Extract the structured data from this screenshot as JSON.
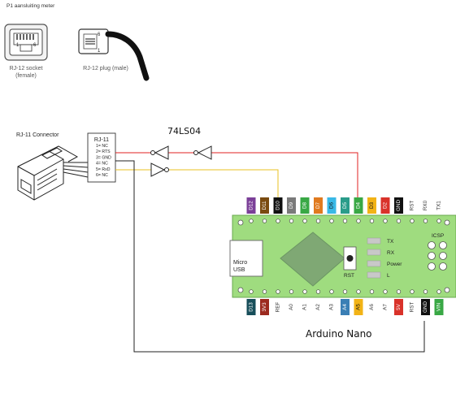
{
  "header_title": "P1 aansluiting meter",
  "socket_label_line1": "RJ-12 socket",
  "socket_label_line2": "(female)",
  "plug_label": "RJ-12 plug (male)",
  "plug_pin_top": "6",
  "plug_pin_bottom": "1",
  "socket_pin_left": "1",
  "socket_pin_right": "6",
  "rj11_connector_label": "RJ-11 Connector",
  "rj11_box_title": "RJ-11",
  "rj11_pins": [
    "1= NC",
    "2= RTS",
    "3= GND",
    "4= NC",
    "5= RxD",
    "6= NC"
  ],
  "ic_label": "74LS04",
  "arduino_label": "Arduino Nano",
  "usb_label_line1": "Micro",
  "usb_label_line2": "USB",
  "icsp_label": "ICSP",
  "rst_button_label": "RST",
  "leds": [
    "TX",
    "RX",
    "Power",
    "L"
  ],
  "top_pins": [
    {
      "label": "D12",
      "color": "#7b3f98"
    },
    {
      "label": "D11",
      "color": "#7a4a10"
    },
    {
      "label": "D10",
      "color": "#111111"
    },
    {
      "label": "D9",
      "color": "#7a7a7a"
    },
    {
      "label": "D8",
      "color": "#39a845"
    },
    {
      "label": "D7",
      "color": "#e07a1f"
    },
    {
      "label": "D6",
      "color": "#39b8e6"
    },
    {
      "label": "D5",
      "color": "#2a9c8a"
    },
    {
      "label": "D4",
      "color": "#39a845"
    },
    {
      "label": "D3",
      "color": "#f2b316"
    },
    {
      "label": "D2",
      "color": "#d9322a"
    },
    {
      "label": "GND",
      "color": "#111111"
    },
    {
      "label": "RST",
      "color": ""
    },
    {
      "label": "RX0",
      "color": ""
    },
    {
      "label": "TX1",
      "color": ""
    }
  ],
  "bottom_pins": [
    {
      "label": "D13",
      "color": "#174e5a"
    },
    {
      "label": "3V3",
      "color": "#9c2a1f"
    },
    {
      "label": "REF",
      "color": ""
    },
    {
      "label": "A0",
      "color": ""
    },
    {
      "label": "A1",
      "color": ""
    },
    {
      "label": "A2",
      "color": ""
    },
    {
      "label": "A3",
      "color": ""
    },
    {
      "label": "A4",
      "color": "#3a7fb5"
    },
    {
      "label": "A5",
      "color": "#f2b316"
    },
    {
      "label": "A6",
      "color": ""
    },
    {
      "label": "A7",
      "color": ""
    },
    {
      "label": "5V",
      "color": "#d9322a"
    },
    {
      "label": "RST",
      "color": ""
    },
    {
      "label": "GND",
      "color": "#111111"
    },
    {
      "label": "VIN",
      "color": "#39a845"
    }
  ],
  "colors": {
    "board": "#9fdc7f",
    "board_stroke": "#6aa84f",
    "board_diamond": "#7fa874",
    "wire_red": "#e02020",
    "wire_yellow": "#e8c020",
    "wire_black": "#222222"
  }
}
